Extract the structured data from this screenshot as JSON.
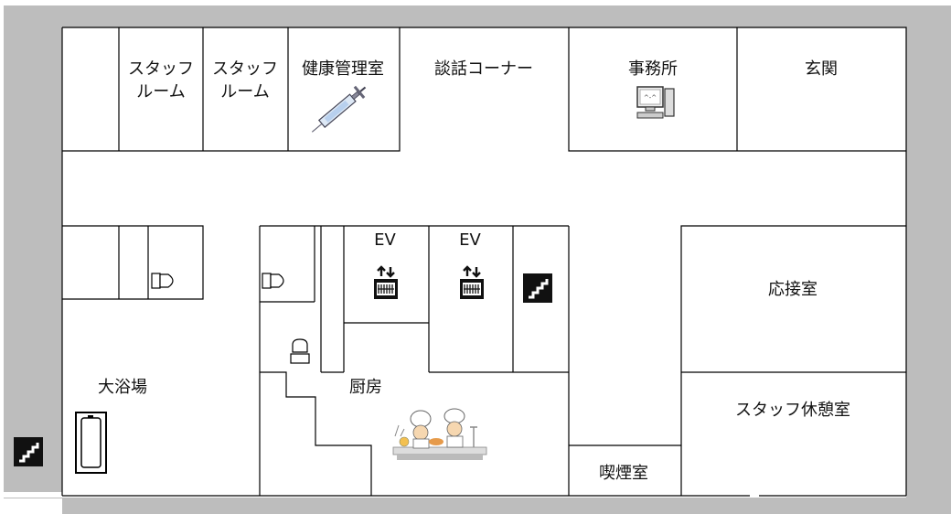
{
  "floor_plan": {
    "rooms": {
      "staff_room_1": "スタッフ\nルーム",
      "staff_room_2": "スタッフ\nルーム",
      "health_room": "健康管理室",
      "talk_corner": "談話コーナー",
      "office": "事務所",
      "entrance": "玄関",
      "reception": "応接室",
      "staff_lounge": "スタッフ休憩室",
      "bath": "大浴場",
      "kitchen": "厨房",
      "smoking": "喫煙室"
    },
    "elevators": [
      "EV",
      "EV"
    ],
    "icons": {
      "syringe": "syringe-icon",
      "computer": "computer-icon",
      "toilet": "toilet-icon",
      "elevator": "elevator-icon",
      "stairs": "stairs-icon",
      "bathtub": "bathtub-icon",
      "chefs": "chefs-illustration"
    },
    "colors": {
      "frame": "#bdbdbd",
      "wall": "#000000",
      "floor": "#ffffff",
      "icon_dark": "#111111"
    }
  }
}
